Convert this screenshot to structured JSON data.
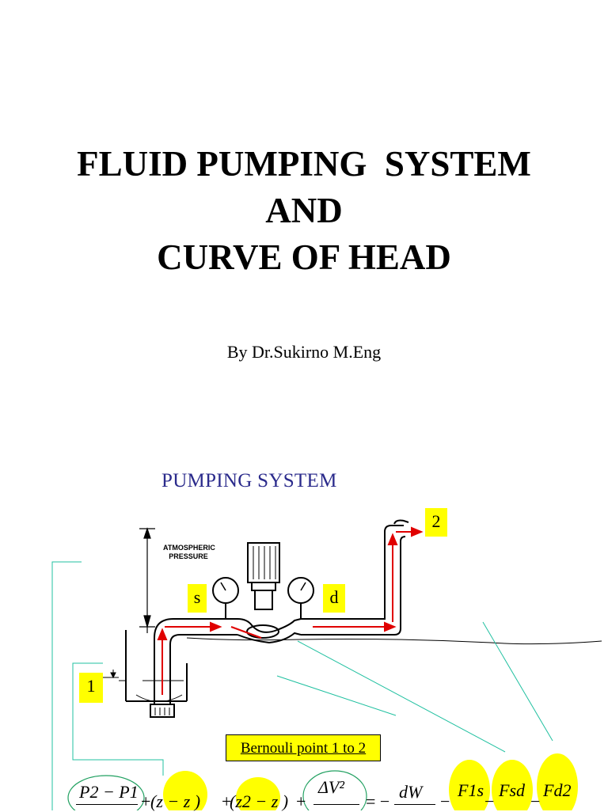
{
  "slide1": {
    "title_lines": [
      "FLUID PUMPING  SYSTEM",
      "AND",
      "CURVE OF HEAD"
    ],
    "byline": "By Dr.Sukirno M.Eng"
  },
  "slide2": {
    "title": "PUMPING SYSTEM",
    "atmospheric_label": [
      "ATMOSPHERIC",
      "PRESSURE"
    ],
    "point_labels": {
      "suction": "s",
      "discharge": "d",
      "point1": "1",
      "point2": "2"
    },
    "bernoulli_label": "Bernouli point 1 to 2",
    "equation": {
      "term1_num": "P2 − P1",
      "term2": "(z  − z )",
      "term3": "(z2 − z )",
      "term4_num": "ΔV²",
      "equals": "= −",
      "dW": "dW",
      "F1s": "F1s",
      "Fsd": "Fsd",
      "Fd2": "Fd2"
    }
  },
  "colors": {
    "highlight": "#ffff00",
    "accent_title": "#2b2b8c",
    "connector": "#20c0a0",
    "flow_arrow": "#e00000"
  }
}
